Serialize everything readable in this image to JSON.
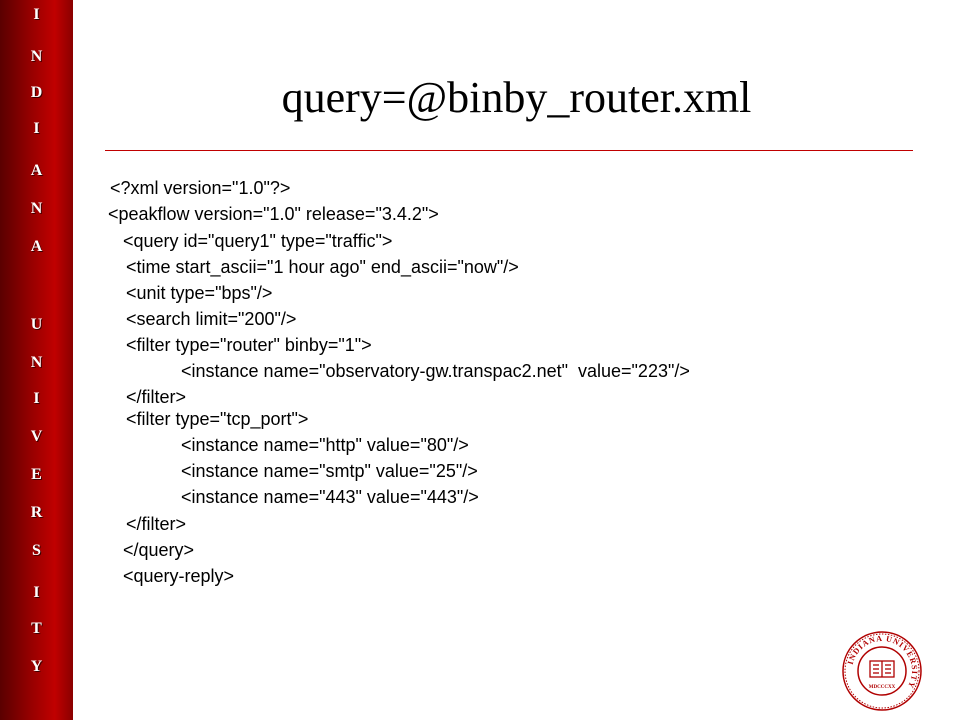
{
  "sidebar": {
    "letters": [
      "I",
      "N",
      "D",
      "I",
      "A",
      "N",
      "A",
      "U",
      "N",
      "I",
      "V",
      "E",
      "R",
      "S",
      "I",
      "T",
      "Y"
    ]
  },
  "slide": {
    "title": "query=@binby_router.xml",
    "lines": [
      "<?xml version=\"1.0\"?>",
      "<peakflow version=\"1.0\" release=\"3.4.2\">",
      "<query id=\"query1\" type=\"traffic\">",
      "<time start_ascii=\"1 hour ago\" end_ascii=\"now\"/>",
      "<unit type=\"bps\"/>",
      "<search limit=\"200\"/>",
      "<filter type=\"router\" binby=\"1\">",
      "<instance name=\"observatory-gw.transpac2.net\"  value=\"223\"/>",
      "</filter>",
      "<filter type=\"tcp_port\">",
      "<instance name=\"http\" value=\"80\"/>",
      "<instance name=\"smtp\" value=\"25\"/>",
      "<instance name=\"443\" value=\"443\"/>",
      "</filter>",
      "</query>",
      "<query-reply>"
    ]
  },
  "seal": {
    "text": "INDIANA UNIVERSITY",
    "year": "MDCCCXX"
  },
  "colors": {
    "accent": "#c00000",
    "sidebar_dark": "#5a0000",
    "text": "#000000"
  }
}
